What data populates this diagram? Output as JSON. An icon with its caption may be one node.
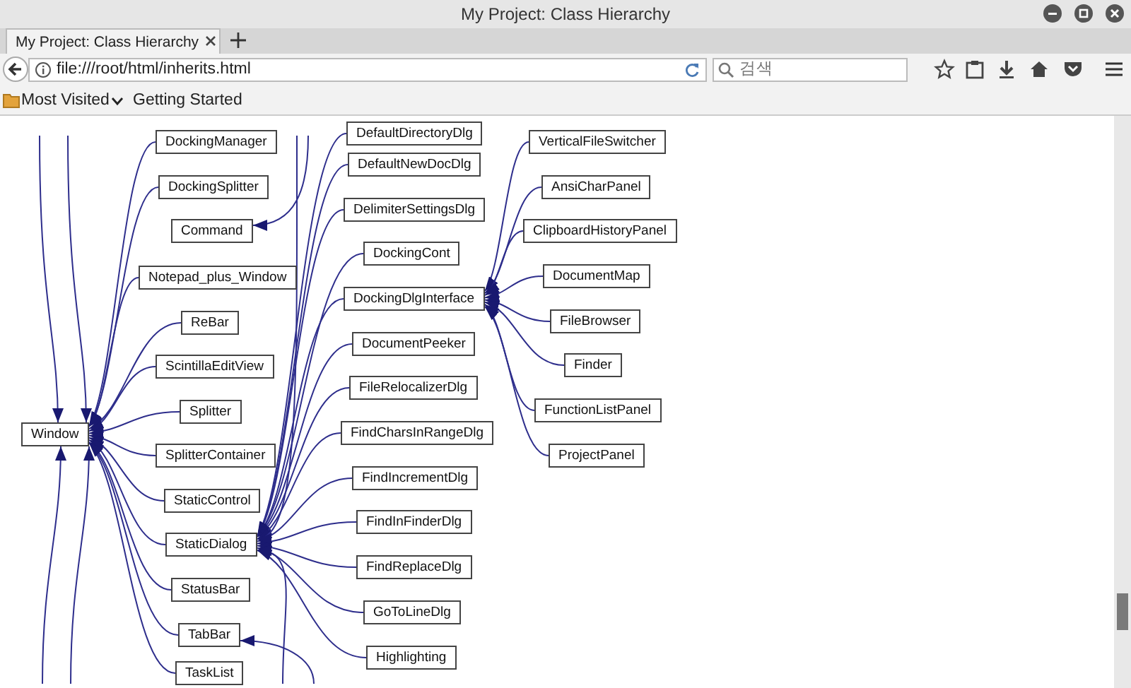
{
  "diagram": {
    "nodes": [
      {
        "text": [
          "Window"
        ]
      },
      {
        "text": [
          "DockingManager"
        ]
      },
      {
        "text": [
          "DockingSplitter"
        ]
      },
      {
        "text": [
          "Command"
        ]
      },
      {
        "text": [
          "Notepad_plus_Window"
        ]
      },
      {
        "text": [
          "ReBar"
        ]
      },
      {
        "text": [
          "ScintillaEditView"
        ]
      },
      {
        "text": [
          "Splitter"
        ]
      },
      {
        "text": [
          "SplitterContainer"
        ]
      },
      {
        "text": [
          "StaticControl"
        ]
      },
      {
        "text": [
          "StaticDialog"
        ]
      },
      {
        "text": [
          "StatusBar"
        ]
      },
      {
        "text": [
          "TabBar"
        ]
      },
      {
        "text": [
          "TaskList"
        ]
      },
      {
        "text": [
          "DefaultDirectoryDlg"
        ]
      },
      {
        "text": [
          "DefaultNewDocDlg"
        ]
      },
      {
        "text": [
          "DelimiterSettingsDlg"
        ]
      },
      {
        "text": [
          "DockingCont"
        ]
      },
      {
        "text": [
          "DockingDlgInterface"
        ]
      },
      {
        "text": [
          "DocumentPeeker"
        ]
      },
      {
        "text": [
          "FileRelocalizerDlg"
        ]
      },
      {
        "text": [
          "FindCharsInRangeDlg"
        ]
      },
      {
        "text": [
          "FindIncrementDlg"
        ]
      },
      {
        "text": [
          "FindInFinderDlg"
        ]
      },
      {
        "text": [
          "FindReplaceDlg"
        ]
      },
      {
        "text": [
          "GoToLineDlg"
        ]
      },
      {
        "text": [
          "Highlighting"
        ]
      },
      {
        "text": [
          "VerticalFileSwitcher"
        ]
      },
      {
        "text": [
          "AnsiCharPanel"
        ]
      },
      {
        "text": [
          "ClipboardHistoryPanel"
        ]
      },
      {
        "text": [
          "DocumentMap"
        ]
      },
      {
        "text": [
          "FileBrowser"
        ]
      },
      {
        "text": [
          "Finder"
        ]
      },
      {
        "text": [
          "FunctionListPanel"
        ]
      },
      {
        "text": [
          "ProjectPanel"
        ]
      }
    ],
    "edges": [
      {
        "from": 1,
        "to": 0,
        "arrow": "to"
      },
      {
        "from": 2,
        "to": 0,
        "arrow": "to"
      },
      {
        "from": 4,
        "to": 0,
        "arrow": "to"
      },
      {
        "from": 5,
        "to": 0,
        "arrow": "to"
      },
      {
        "from": 6,
        "to": 0,
        "arrow": "to"
      },
      {
        "from": 7,
        "to": 0,
        "arrow": "to"
      },
      {
        "from": 8,
        "to": 0,
        "arrow": "to"
      },
      {
        "from": 9,
        "to": 0,
        "arrow": "to"
      },
      {
        "from": 10,
        "to": 0,
        "arrow": "to"
      },
      {
        "from": 11,
        "to": 0,
        "arrow": "to"
      },
      {
        "from": 12,
        "to": 0,
        "arrow": "to"
      },
      {
        "from": 13,
        "to": 0,
        "arrow": "to"
      },
      {
        "from": null,
        "to": 0,
        "arrow": "to"
      },
      {
        "from": null,
        "to": 0,
        "arrow": "to"
      },
      {
        "from": null,
        "to": 0,
        "arrow": "to"
      },
      {
        "from": null,
        "to": 0,
        "arrow": "to"
      },
      {
        "from": null,
        "to": 3,
        "arrow": "to"
      },
      {
        "from": null,
        "to": 12,
        "arrow": "to"
      },
      {
        "from": 14,
        "to": 10,
        "arrow": "to"
      },
      {
        "from": 15,
        "to": 10,
        "arrow": "to"
      },
      {
        "from": 16,
        "to": 10,
        "arrow": "to"
      },
      {
        "from": 17,
        "to": 10,
        "arrow": "to"
      },
      {
        "from": 18,
        "to": 10,
        "arrow": "to"
      },
      {
        "from": 19,
        "to": 10,
        "arrow": "to"
      },
      {
        "from": 20,
        "to": 10,
        "arrow": "to"
      },
      {
        "from": 21,
        "to": 10,
        "arrow": "to"
      },
      {
        "from": 22,
        "to": 10,
        "arrow": "to"
      },
      {
        "from": 23,
        "to": 10,
        "arrow": "to"
      },
      {
        "from": 24,
        "to": 10,
        "arrow": "to"
      },
      {
        "from": 25,
        "to": 10,
        "arrow": "to"
      },
      {
        "from": 26,
        "to": 10,
        "arrow": "to"
      },
      {
        "from": null,
        "to": 10,
        "arrow": "to"
      },
      {
        "from": null,
        "to": 10,
        "arrow": "to"
      },
      {
        "from": 27,
        "to": 18,
        "arrow": "to"
      },
      {
        "from": 28,
        "to": 18,
        "arrow": "to"
      },
      {
        "from": 29,
        "to": 18,
        "arrow": "to"
      },
      {
        "from": 30,
        "to": 18,
        "arrow": "to"
      },
      {
        "from": 31,
        "to": 18,
        "arrow": "to"
      },
      {
        "from": 32,
        "to": 18,
        "arrow": "to"
      },
      {
        "from": 33,
        "to": 18,
        "arrow": "to"
      },
      {
        "from": 34,
        "to": 18,
        "arrow": "to"
      }
    ],
    "labels": [
      "My Project: Class Hierarchy",
      "My Project: Class Hierarchy",
      "file:///root/html/inherits.html",
      "검색",
      "Most Visited",
      "Getting Started"
    ]
  }
}
